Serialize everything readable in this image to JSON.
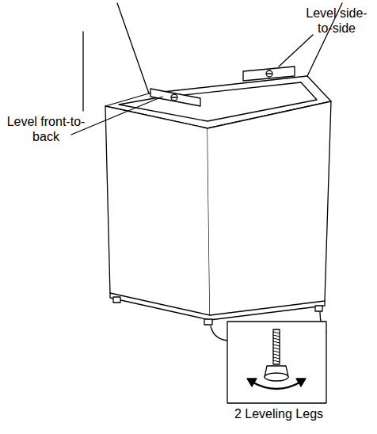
{
  "diagram": {
    "labels": [
      "Level side-to-side",
      "Level front-to-back",
      "2 Leveling Legs"
    ]
  }
}
